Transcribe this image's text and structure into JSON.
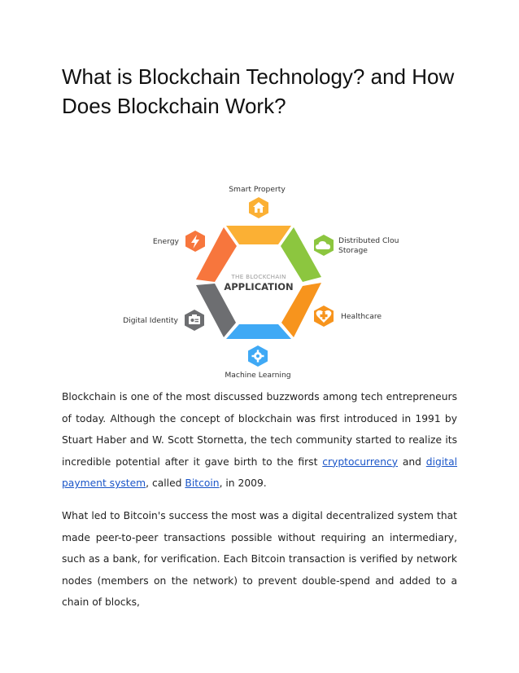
{
  "title": "What is Blockchain Technology? and How Does Blockchain Work?",
  "diagram": {
    "center_small": "THE BLOCKCHAIN",
    "center_big": "APPLICATION",
    "items": {
      "smart_property": "Smart Property",
      "energy": "Energy",
      "distributed_cloud_line1": "Distributed Cloud",
      "distributed_cloud_line2": "Storage",
      "healthcare": "Healthcare",
      "digital_identity": "Digital Identity",
      "machine_learning": "Machine Learning"
    },
    "colors": {
      "top": "#fbb034",
      "upper_right": "#8cc63f",
      "lower_right": "#f7941d",
      "bottom": "#3fa9f5",
      "lower_left": "#6d6e71",
      "upper_left": "#f7763d"
    }
  },
  "paragraph1": {
    "text1": "Blockchain is one of the most discussed buzzwords among tech entrepreneurs of today. Although the concept of blockchain was first introduced in 1991 by Stuart Haber and W. Scott Stornetta, the tech community started to realize its incredible potential after it gave birth to the first ",
    "link1": "cryptocurrency",
    "text2": " and ",
    "link2": "digital payment system",
    "text3": ", called ",
    "link3": "Bitcoin",
    "text4": ", in 2009."
  },
  "paragraph2": "What led to Bitcoin's success the most was a digital decentralized system that made peer-to-peer transactions possible without requiring an intermediary, such as a bank, for verification. Each Bitcoin transaction is verified by network nodes (members on the network) to prevent double-spend and added to a chain of blocks,"
}
